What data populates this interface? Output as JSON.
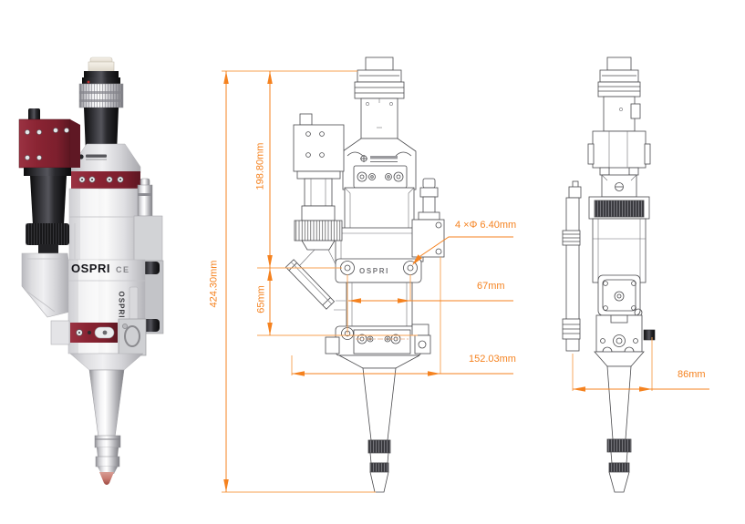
{
  "brand": {
    "logo": "OSPRI",
    "logo_vertical": "OSPRI",
    "drawing_logo": "OSPRI",
    "ce_mark": "CE"
  },
  "dimensions": {
    "overall_height": "424.30mm",
    "upper_section_height": "198.80mm",
    "mount_section_height": "65mm",
    "mount_hole_callout": "4 ×Φ 6.40mm",
    "mount_hole_spacing": "67mm",
    "overall_width": "152.03mm",
    "side_width": "86mm"
  },
  "colors": {
    "dimension_accent": "#F5821F",
    "maroon_accent": "#8A2433",
    "nozzle_tip": "#C4706A",
    "drawing_line": "#4A4A4D"
  }
}
